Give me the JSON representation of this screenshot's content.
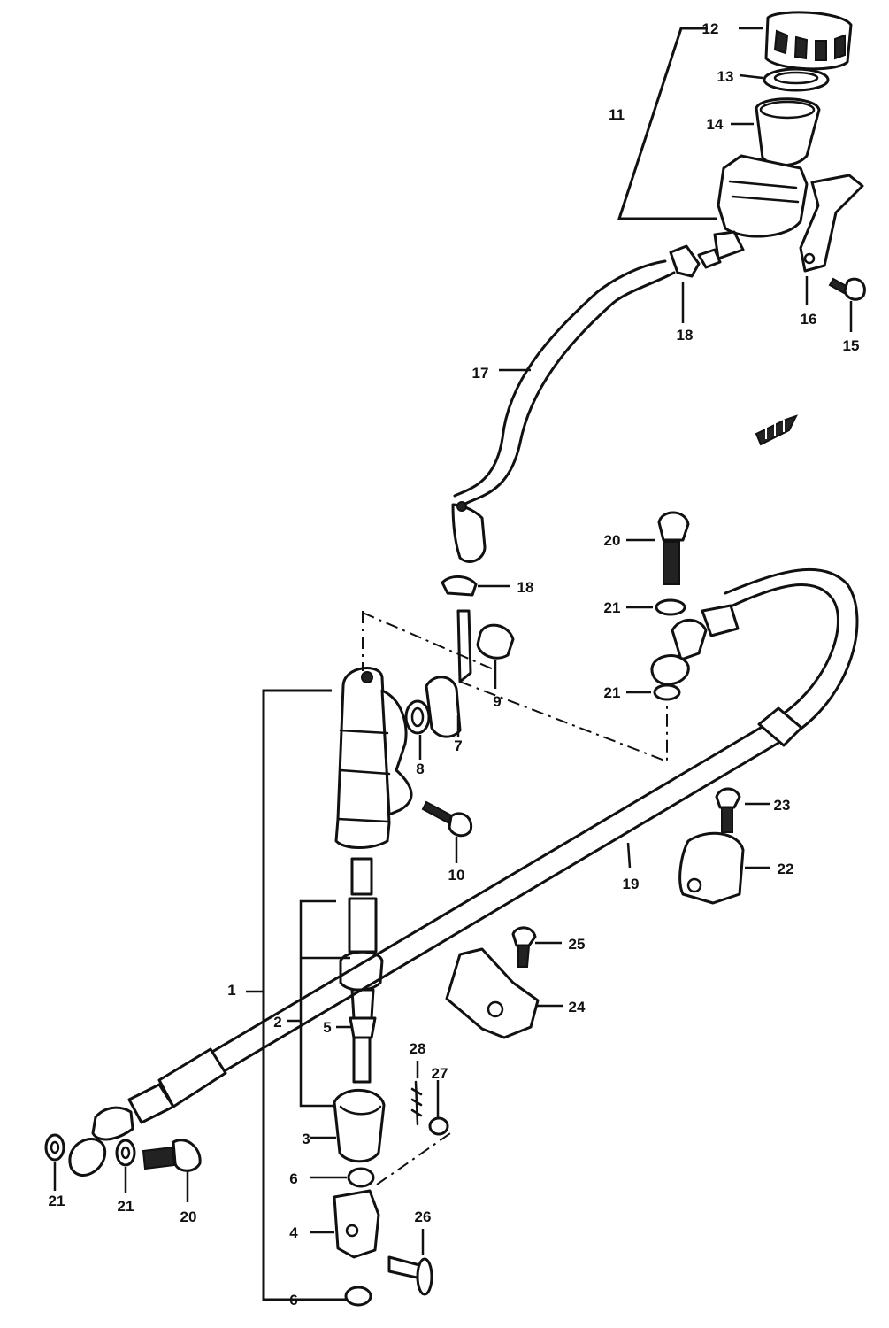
{
  "diagram": {
    "callouts": [
      {
        "id": "c12",
        "label": "12"
      },
      {
        "id": "c13",
        "label": "13"
      },
      {
        "id": "c11",
        "label": "11"
      },
      {
        "id": "c14",
        "label": "14"
      },
      {
        "id": "c16",
        "label": "16"
      },
      {
        "id": "c15",
        "label": "15"
      },
      {
        "id": "c18a",
        "label": "18"
      },
      {
        "id": "c17",
        "label": "17"
      },
      {
        "id": "c20a",
        "label": "20"
      },
      {
        "id": "c18b",
        "label": "18"
      },
      {
        "id": "c21a",
        "label": "21"
      },
      {
        "id": "c9",
        "label": "9"
      },
      {
        "id": "c21b",
        "label": "21"
      },
      {
        "id": "c7",
        "label": "7"
      },
      {
        "id": "c8",
        "label": "8"
      },
      {
        "id": "c23",
        "label": "23"
      },
      {
        "id": "c10",
        "label": "10"
      },
      {
        "id": "c19",
        "label": "19"
      },
      {
        "id": "c22",
        "label": "22"
      },
      {
        "id": "c25",
        "label": "25"
      },
      {
        "id": "c1",
        "label": "1"
      },
      {
        "id": "c24",
        "label": "24"
      },
      {
        "id": "c2",
        "label": "2"
      },
      {
        "id": "c5",
        "label": "5"
      },
      {
        "id": "c28",
        "label": "28"
      },
      {
        "id": "c27",
        "label": "27"
      },
      {
        "id": "c3",
        "label": "3"
      },
      {
        "id": "c6a",
        "label": "6"
      },
      {
        "id": "c21c",
        "label": "21"
      },
      {
        "id": "c21d",
        "label": "21"
      },
      {
        "id": "c20b",
        "label": "20"
      },
      {
        "id": "c26",
        "label": "26"
      },
      {
        "id": "c4",
        "label": "4"
      },
      {
        "id": "c6b",
        "label": "6"
      }
    ]
  }
}
